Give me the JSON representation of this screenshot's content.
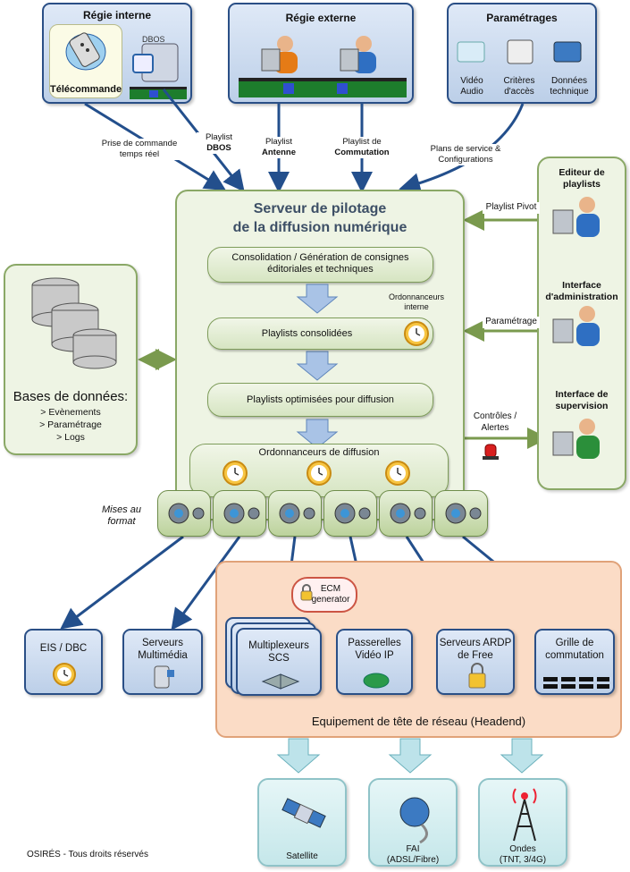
{
  "regie_interne": {
    "title": "Régie interne",
    "telecommande": "Télécommande",
    "dbos": "DBOS"
  },
  "regie_externe": {
    "title": "Régie externe"
  },
  "parametrages": {
    "title": "Paramétrages",
    "items": [
      "Vidéo Audio",
      "Critères d'accès",
      "Données technique"
    ]
  },
  "inputs": {
    "prise": "Prise de commande temps réel",
    "playlist_dbos_1": "Playlist",
    "playlist_dbos_2": "DBOS",
    "playlist_antenne_1": "Playlist",
    "playlist_antenne_2": "Antenne",
    "playlist_comm_1": "Playlist de",
    "playlist_comm_2": "Commutation",
    "plans": "Plans de service & Configurations"
  },
  "server": {
    "title_line1": "Serveur de pilotage",
    "title_line2": "de la diffusion numérique",
    "step1": "Consolidation / Génération de consignes éditoriales et techniques",
    "ordonnanceurs_interne": "Ordonnanceurs interne",
    "step2": "Playlists consolidées",
    "step3": "Playlists optimisées pour diffusion",
    "ordonnanceurs_diffusion": "Ordonnanceurs de diffusion",
    "mises_au_format": "Mises au format"
  },
  "databases": {
    "title": "Bases de données:",
    "items": [
      "> Evènements",
      "> Paramétrage",
      "> Logs"
    ]
  },
  "right_panel": {
    "editeur": "Editeur de playlists",
    "admin": "Interface d'administration",
    "supervision": "Interface de supervision",
    "playlist_pivot": "Playlist Pivot",
    "parametrage": "Paramétrage",
    "controles": "Contrôles / Alertes"
  },
  "outputs": {
    "eis": "EIS / DBC",
    "serveurs_multimedia": "Serveurs Multimédia",
    "multiplexeurs": "Multiplexeurs SCS",
    "ecm": "ECM generator",
    "passerelles": "Passerelles Vidéo IP",
    "ardp": "Serveurs ARDP de Free",
    "grille": "Grille de commutation",
    "headend": "Equipement de tête de réseau (Headend)"
  },
  "delivery": {
    "satellite": "Satellite",
    "fai_1": "FAI",
    "fai_2": "(ADSL/Fibre)",
    "ondes_1": "Ondes",
    "ondes_2": "(TNT, 3/4G)"
  },
  "footer": "OSIRÉS - Tous droits réservés",
  "colors": {
    "navy": "#2a4f86",
    "green_border": "#8aa866",
    "orange_fill": "#fbdcc6",
    "arrow_blue": "#234f8c",
    "arrow_green": "#7a9a4e"
  }
}
